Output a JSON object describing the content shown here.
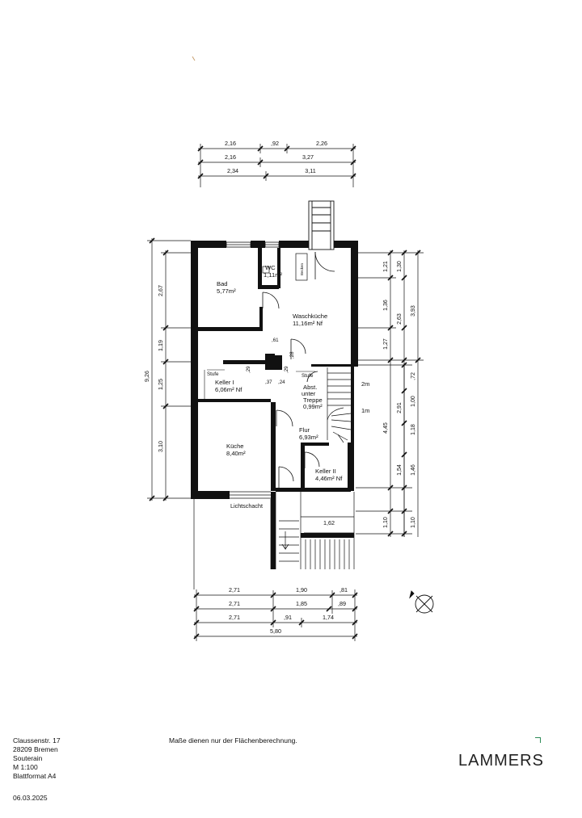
{
  "dims_top": {
    "row1": [
      "2,16",
      ",92",
      "2,26"
    ],
    "row2": [
      "2,16",
      "3,27"
    ],
    "row3": [
      "2,34",
      "3,11"
    ]
  },
  "dims_bottom": {
    "row1": [
      "2,71",
      "1,90",
      ",81"
    ],
    "row2": [
      "2,71",
      "1,85",
      ",89"
    ],
    "row3": [
      "2,71",
      ",91",
      "1,74"
    ],
    "row4": [
      "5,80"
    ]
  },
  "dims_left": {
    "outer": [
      "9,26"
    ],
    "inner": [
      "2,67",
      "1,19",
      "1,25",
      "3,10"
    ]
  },
  "dims_right": {
    "col1": [
      "1,21",
      "1,36",
      "1,27",
      "2m",
      "1m",
      "4,45",
      "1,10"
    ],
    "col2": [
      "1,30",
      "2,63",
      ",72",
      "2,91",
      "1,00",
      "1,18",
      "1,54",
      "1,46",
      "1,10"
    ],
    "col3": [
      "3,93"
    ]
  },
  "rooms": {
    "bad": {
      "name": "Bad",
      "area": "5,77m²"
    },
    "wc": {
      "name": "WC",
      "area": "1,11m²"
    },
    "becken": {
      "name": "Becken"
    },
    "waschkueche": {
      "name": "Waschküche",
      "area": "11,16m² Nf"
    },
    "keller1": {
      "name": "Keller I",
      "area": "6,06m² Nf"
    },
    "abst": {
      "line1": "Abst.",
      "line2": "unter",
      "line3": "Treppe",
      "area": "0,99m²"
    },
    "flur": {
      "name": "Flur",
      "area": "6,93m²"
    },
    "kueche": {
      "name": "Küche",
      "area": "8,40m²"
    },
    "keller2": {
      "name": "Keller II",
      "area": "4,46m² Nf"
    }
  },
  "labels": {
    "stufe_left": "Stufe",
    "stufe_right": "Stufe",
    "lichtschacht": "Lichtschacht",
    "d61": ",61",
    "d37": ",37",
    "d24": ",24",
    "d29a": ",29",
    "d29b": ",29",
    "d28": ",28",
    "d162": "1,62"
  },
  "footer": {
    "address_lines": [
      "Claussenstr. 17",
      "28209 Bremen",
      "Souterain",
      "M 1:100",
      "Blattformat A4"
    ],
    "date": "06.03.2025",
    "note": "Maße dienen nur der Flächenberechnung.",
    "logo": "LAMMERS"
  },
  "colors": {
    "logo_mark": "#2e8b57"
  }
}
